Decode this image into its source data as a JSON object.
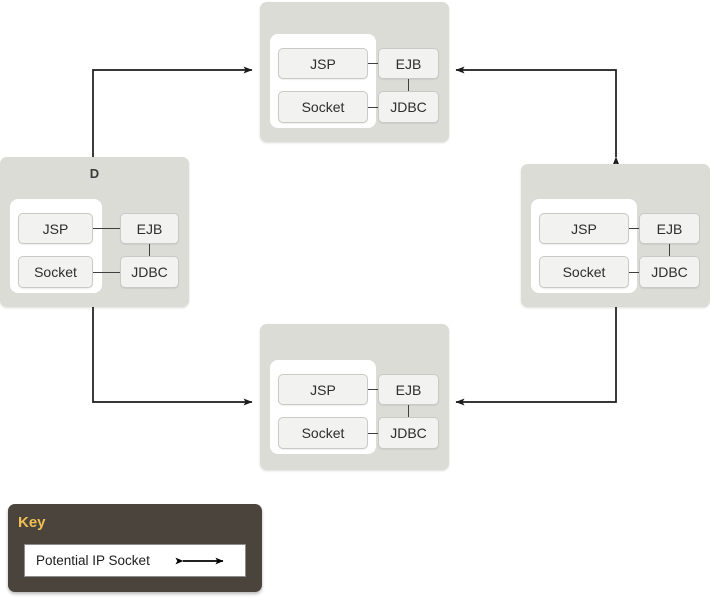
{
  "diagram": {
    "title": "",
    "colors": {
      "node_fill": "#dcdcd7",
      "inner_fill": "#ffffff",
      "component_fill": "#f2f2f0",
      "component_border": "#c9c9c6",
      "edge_stroke": "#3f3f3f",
      "key_background": "#4b443d",
      "key_title_color": "#f0bf52",
      "page_background": "#ffffff"
    },
    "nodes": [
      {
        "id": "node-top",
        "label": "",
        "components": {
          "web": [
            "JSP",
            "Socket"
          ],
          "backend": [
            "EJB",
            "JDBC"
          ]
        }
      },
      {
        "id": "node-left",
        "label": "D",
        "components": {
          "web": [
            "JSP",
            "Socket"
          ],
          "backend": [
            "EJB",
            "JDBC"
          ]
        }
      },
      {
        "id": "node-right",
        "label": "",
        "components": {
          "web": [
            "JSP",
            "Socket"
          ],
          "backend": [
            "EJB",
            "JDBC"
          ]
        }
      },
      {
        "id": "node-bottom",
        "label": "",
        "components": {
          "web": [
            "JSP",
            "Socket"
          ],
          "backend": [
            "EJB",
            "JDBC"
          ]
        }
      }
    ],
    "connectors": [
      {
        "id": "edge-left-top",
        "from": "node-left",
        "to": "node-top",
        "style": "elbow",
        "arrow": "both"
      },
      {
        "id": "edge-right-top",
        "from": "node-right",
        "to": "node-top",
        "style": "elbow",
        "arrow": "both"
      },
      {
        "id": "edge-left-bottom",
        "from": "node-left",
        "to": "node-bottom",
        "style": "elbow",
        "arrow": "both"
      },
      {
        "id": "edge-right-bottom",
        "from": "node-right",
        "to": "node-bottom",
        "style": "elbow",
        "arrow": "both"
      }
    ]
  },
  "key": {
    "title": "Key",
    "entries": [
      {
        "label": "Potential IP Socket",
        "symbol": "double-headed-arrow"
      }
    ]
  }
}
